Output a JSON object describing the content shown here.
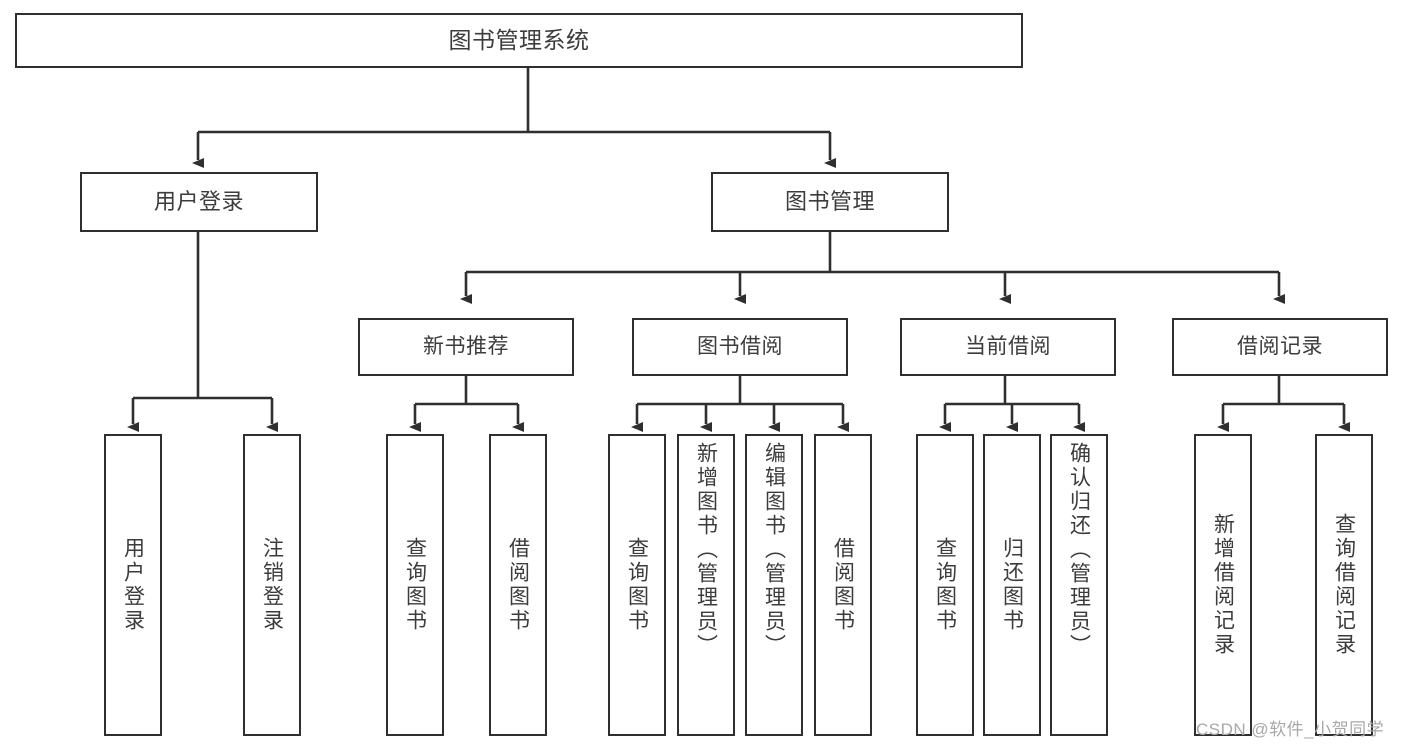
{
  "diagram": {
    "title": "图书管理系统",
    "type": "hierarchy-tree",
    "colors": {
      "border": "#2f2f2f",
      "text": "#3c3c3c",
      "background": "#ffffff",
      "watermark": "#a8a8a8"
    },
    "root": {
      "label": "图书管理系统"
    },
    "level2": [
      {
        "label": "用户登录"
      },
      {
        "label": "图书管理"
      }
    ],
    "level3": [
      {
        "label": "新书推荐"
      },
      {
        "label": "图书借阅"
      },
      {
        "label": "当前借阅"
      },
      {
        "label": "借阅记录"
      }
    ],
    "leaves": {
      "user_login": [
        {
          "label": "用户登录"
        },
        {
          "label": "注销登录"
        }
      ],
      "new_book_recommend": [
        {
          "label": "查询图书"
        },
        {
          "label": "借阅图书"
        }
      ],
      "book_borrow": [
        {
          "label": "查询图书"
        },
        {
          "label": "新增图书（管理员）"
        },
        {
          "label": "编辑图书（管理员）"
        },
        {
          "label": "借阅图书"
        }
      ],
      "current_borrow": [
        {
          "label": "查询图书"
        },
        {
          "label": "归还图书"
        },
        {
          "label": "确认归还（管理员）"
        }
      ],
      "borrow_record": [
        {
          "label": "新增借阅记录"
        },
        {
          "label": "查询借阅记录"
        }
      ]
    }
  },
  "watermark": {
    "text": "CSDN @软件_小贺同学"
  }
}
